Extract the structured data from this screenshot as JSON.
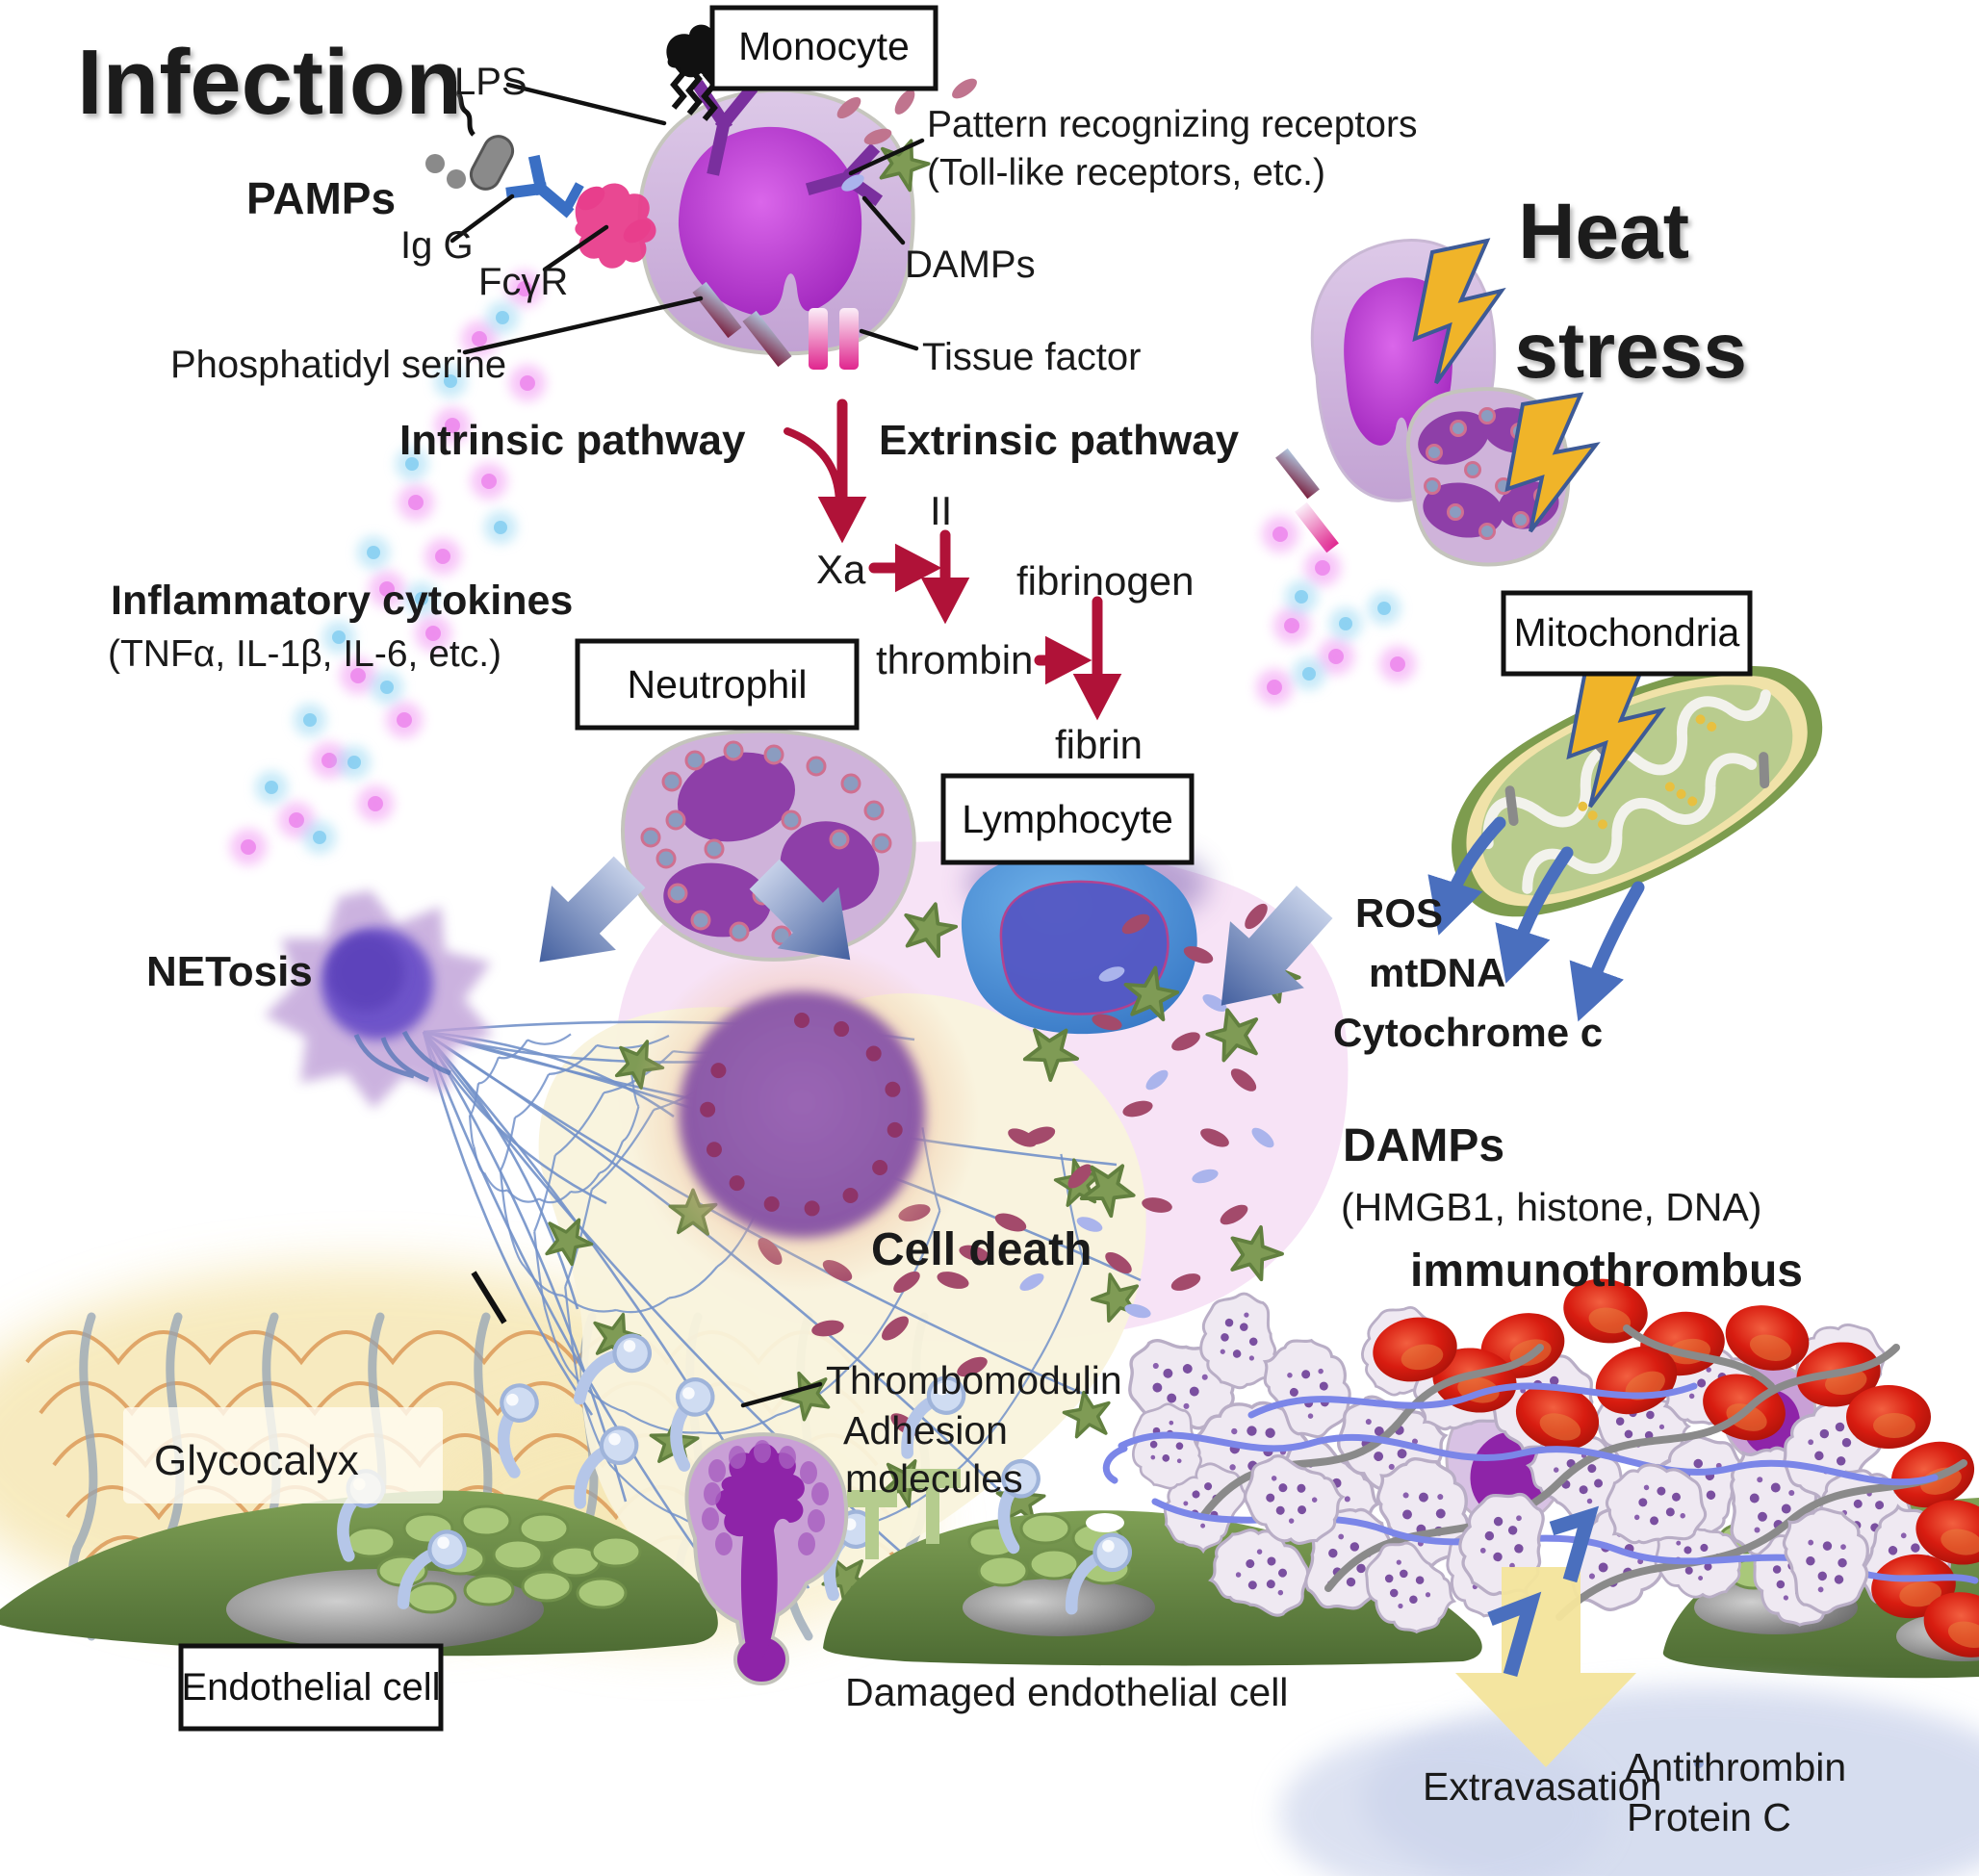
{
  "labels": {
    "infection": "Infection",
    "monocyte": "Monocyte",
    "lps": "LPS",
    "pamps": "PAMPs",
    "igg": "Ig G",
    "fcgr": "FcγR",
    "pattern_receptors_line1": "Pattern recognizing receptors",
    "pattern_receptors_line2": "(Toll-like receptors, etc.)",
    "damps_upper": "DAMPs",
    "heat_line1": "Heat",
    "heat_line2": "stress",
    "phosphatidyl_serine": "Phosphatidyl serine",
    "tissue_factor": "Tissue factor",
    "intrinsic_pathway": "Intrinsic pathway",
    "extrinsic_pathway": "Extrinsic pathway",
    "factor_ii": "II",
    "factor_xa": "Xa",
    "fibrinogen": "fibrinogen",
    "thrombin": "thrombin",
    "fibrin": "fibrin",
    "inflammatory_cytokines_line1": "Inflammatory cytokines",
    "inflammatory_cytokines_line2": "(TNFα, IL-1β, IL-6, etc.)",
    "neutrophil": "Neutrophil",
    "lymphocyte": "Lymphocyte",
    "mitochondria": "Mitochondria",
    "ros": "ROS",
    "mtdna": "mtDNA",
    "cytochrome_c": "Cytochrome c",
    "netosis": "NETosis",
    "cell_death": "Cell death",
    "damps_lower_line1": "DAMPs",
    "damps_lower_line2": "(HMGB1, histone, DNA)",
    "immunothrombus": "immunothrombus",
    "glycocalyx": "Glycocalyx",
    "thrombomodulin": "Thrombomodulin",
    "adhesion_line1": "Adhesion",
    "adhesion_line2": "molecules",
    "endothelial_cell": "Endothelial cell",
    "damaged_endothelial_cell": "Damaged endothelial cell",
    "extravasation": "Extravasation",
    "antithrombin": "Antithrombin",
    "protein_c": "Protein C"
  },
  "colors": {
    "infection_title": "#cf3be4",
    "heat_stress_title": "#5b7cc4",
    "pathway_arrow": "#b01238",
    "block_arrow_dark": "#44609f",
    "block_arrow_light": "#bfcbe4",
    "mitochondrion_green": "#7d9c4e",
    "endothelium_green": "#5e7f3e",
    "red_blood_cell": "#d81c10",
    "fibrin_strand_blue": "#7b86e8",
    "net_web_blue": "#7291c9",
    "damp_star_green": "#7f9b55",
    "label_text": "#1a1a1a"
  }
}
